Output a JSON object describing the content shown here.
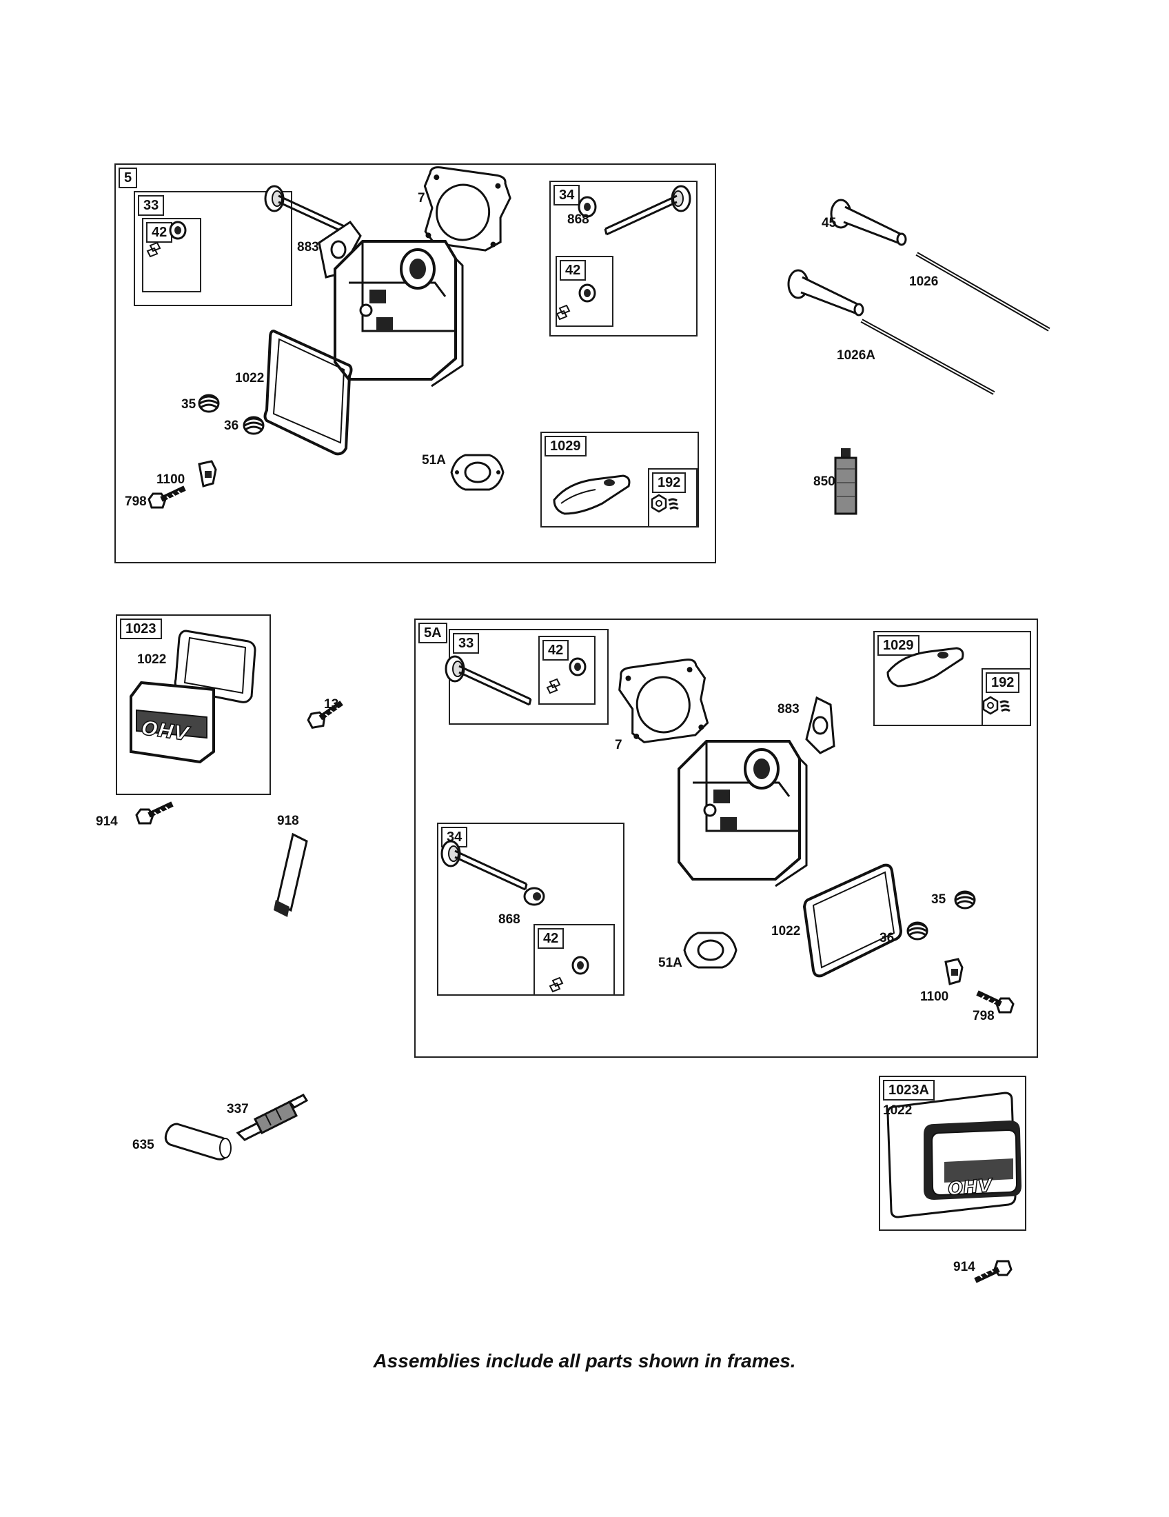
{
  "assemblies": {
    "a5": {
      "tag": "5",
      "sub33": {
        "tag": "33",
        "sub42": "42"
      },
      "sub34": {
        "tag": "34",
        "sub42": "42"
      },
      "sub1029": {
        "tag": "1029",
        "sub192": "192"
      }
    },
    "a5A": {
      "tag": "5A",
      "sub33": {
        "tag": "33",
        "sub42": "42"
      },
      "sub34": {
        "tag": "34",
        "sub42": "42"
      },
      "sub1029": {
        "tag": "1029",
        "sub192": "192"
      }
    },
    "a1023": {
      "tag": "1023"
    },
    "a1023A": {
      "tag": "1023A"
    }
  },
  "callouts": {
    "p7": "7",
    "p883": "883",
    "p868": "868",
    "p1022": "1022",
    "p35": "35",
    "p36": "36",
    "p51A": "51A",
    "p1100": "1100",
    "p798": "798",
    "p45": "45",
    "p1026": "1026",
    "p1026A": "1026A",
    "p850": "850",
    "p13": "13",
    "p914": "914",
    "p918": "918",
    "p337": "337",
    "p635": "635"
  },
  "cover_text": "OHV",
  "footer": "Assemblies include all parts shown in frames."
}
